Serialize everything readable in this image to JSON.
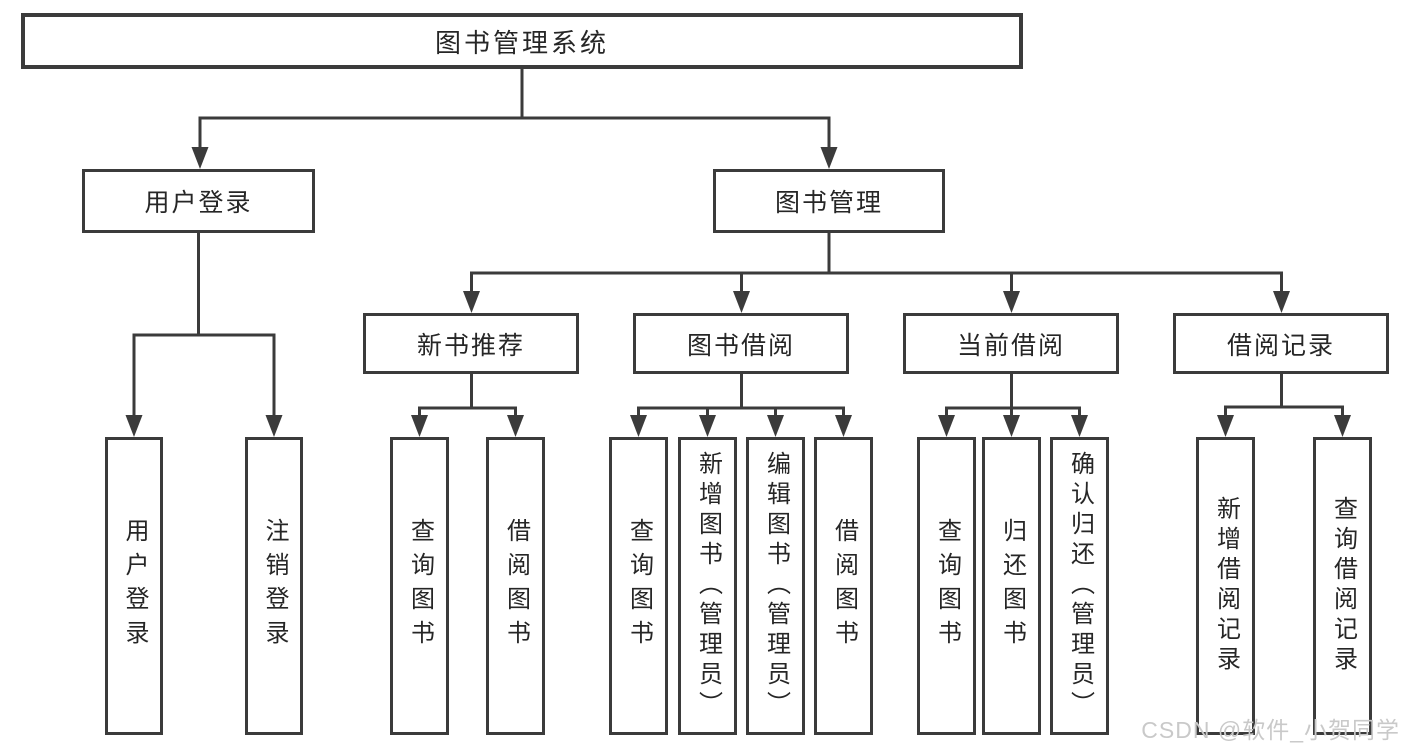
{
  "tree": {
    "root": "图书管理系统",
    "branches": [
      {
        "label": "用户登录",
        "children": [
          "用户登录",
          "注销登录"
        ]
      },
      {
        "label": "图书管理",
        "sections": [
          {
            "label": "新书推荐",
            "children": [
              "查询图书",
              "借阅图书"
            ]
          },
          {
            "label": "图书借阅",
            "children": [
              "查询图书",
              "新增图书（管理员）",
              "编辑图书（管理员）",
              "借阅图书"
            ]
          },
          {
            "label": "当前借阅",
            "children": [
              "查询图书",
              "归还图书",
              "确认归还（管理员）"
            ]
          },
          {
            "label": "借阅记录",
            "children": [
              "新增借阅记录",
              "查询借阅记录"
            ]
          }
        ]
      }
    ]
  },
  "watermark": "CSDN @软件_小贺同学",
  "colors": {
    "line": "#3b3b3b",
    "text": "#262626",
    "box_fill": "#ffffff",
    "watermark": "#c9c9c9"
  }
}
